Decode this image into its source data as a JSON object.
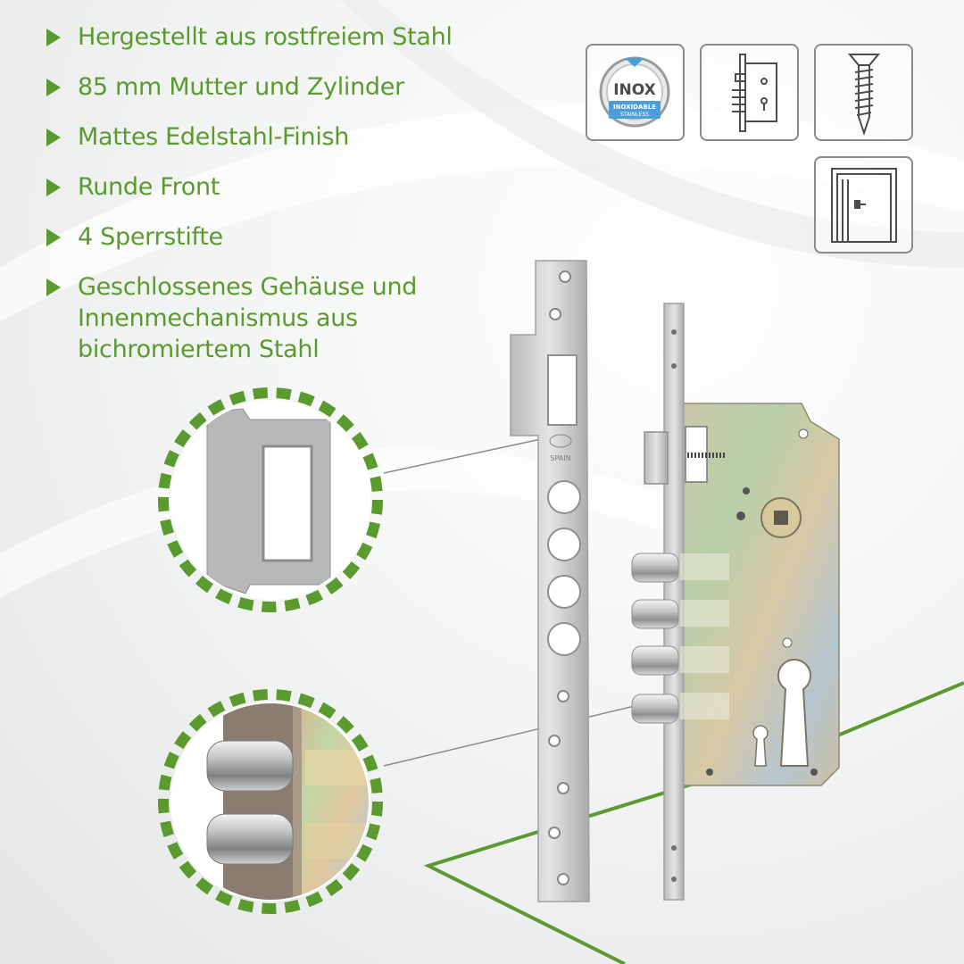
{
  "features": [
    {
      "text": "Hergestellt aus rostfreiem Stahl"
    },
    {
      "text": "85 mm Mutter und Zylinder"
    },
    {
      "text": "Mattes Edelstahl-Finish"
    },
    {
      "text": "Runde Front"
    },
    {
      "text": "4 Sperrstifte"
    },
    {
      "text": "Geschlossenes Gehäuse und Innenmechanismus aus bichromiertem Stahl"
    }
  ],
  "badges": {
    "inox": {
      "title": "INOX",
      "line1": "INOXIDABLE",
      "line2": "STAINLESS"
    },
    "icons": [
      "inox-badge-icon",
      "mortise-lock-icon",
      "screw-icon",
      "door-icon"
    ]
  },
  "product": {
    "strike_plate_mark": "SPAIN"
  },
  "colors": {
    "accent": "#5b9a2f",
    "icon_border": "#8a8c8c",
    "inox_blue": "#4a9fd8"
  }
}
